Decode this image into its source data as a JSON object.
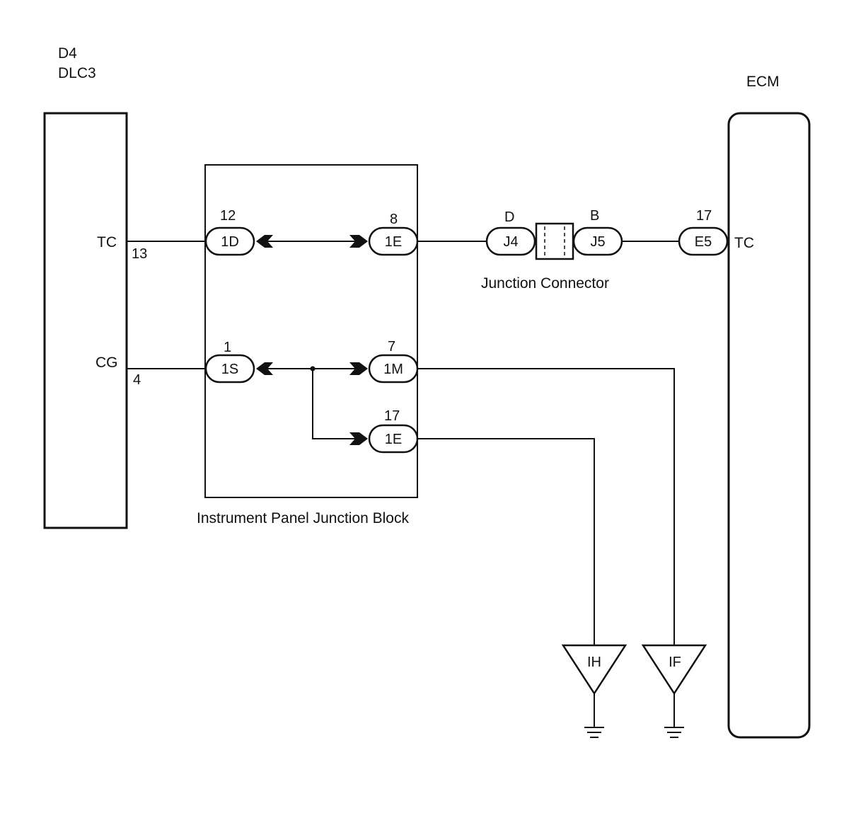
{
  "dlc3": {
    "ref": "D4",
    "name": "DLC3",
    "pin_tc_label": "TC",
    "pin_tc_no": "13",
    "pin_cg_label": "CG",
    "pin_cg_no": "4"
  },
  "junction_block": {
    "title": "Instrument Panel Junction Block",
    "conn_1d": {
      "pin": "12",
      "name": "1D"
    },
    "conn_1e_top": {
      "pin": "8",
      "name": "1E"
    },
    "conn_1s": {
      "pin": "1",
      "name": "1S"
    },
    "conn_1m": {
      "pin": "7",
      "name": "1M"
    },
    "conn_1e_bottom": {
      "pin": "17",
      "name": "1E"
    }
  },
  "junction_connector": {
    "title": "Junction Connector",
    "j4": {
      "pin": "D",
      "name": "J4"
    },
    "j5": {
      "pin": "B",
      "name": "J5"
    }
  },
  "ecm": {
    "name": "ECM",
    "conn_e5": {
      "pin": "17",
      "name": "E5"
    },
    "pin_tc_label": "TC"
  },
  "grounds": {
    "ih": "IH",
    "if": "IF"
  }
}
